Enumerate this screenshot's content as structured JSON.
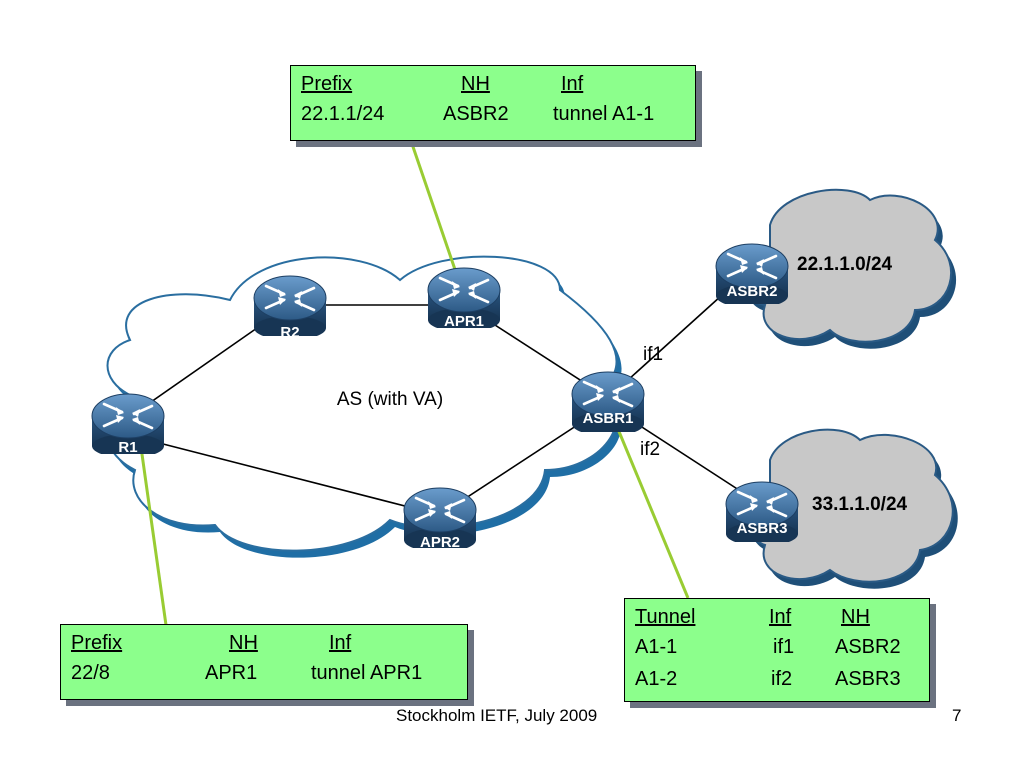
{
  "as_label": "AS (with VA)",
  "routers": {
    "r1": "R1",
    "r2": "R2",
    "apr1": "APR1",
    "apr2": "APR2",
    "asbr1": "ASBR1",
    "asbr2": "ASBR2",
    "asbr3": "ASBR3"
  },
  "interfaces": {
    "if1": "if1",
    "if2": "if2"
  },
  "clouds": {
    "top": "22.1.1.0/24",
    "bottom": "33.1.1.0/24"
  },
  "table_apr1": {
    "headers": [
      "Prefix",
      "NH",
      "Inf"
    ],
    "rows": [
      [
        "22.1.1/24",
        "ASBR2",
        "tunnel A1-1"
      ]
    ]
  },
  "table_r1": {
    "headers": [
      "Prefix",
      "NH",
      "Inf"
    ],
    "rows": [
      [
        "22/8",
        "APR1",
        "tunnel APR1"
      ]
    ]
  },
  "table_asbr1": {
    "headers": [
      "Tunnel",
      "Inf",
      "NH"
    ],
    "rows": [
      [
        "A1-1",
        "if1",
        "ASBR2"
      ],
      [
        "A1-2",
        "if2",
        "ASBR3"
      ]
    ]
  },
  "footer": {
    "text": "Stockholm IETF, July 2009",
    "page": "7"
  },
  "colors": {
    "table_bg": "#8cff8c",
    "callout_line": "#99cc33",
    "router": "#3a5f8a",
    "as_cloud_edge": "#2a6ea0",
    "ext_cloud": "#c8c8c8"
  }
}
